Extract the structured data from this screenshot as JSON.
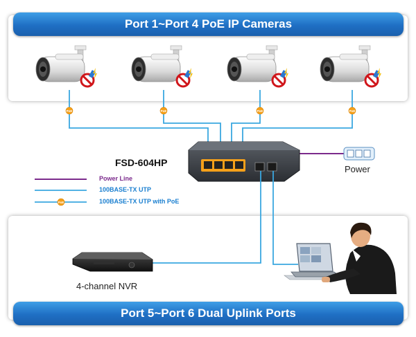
{
  "top_banner": "Port 1~Port 4 PoE IP Cameras",
  "bottom_banner": "Port 5~Port 6 Dual Uplink Ports",
  "switch_model": "FSD-604HP",
  "power_label": "Power",
  "nvr_label": "4-channel NVR",
  "poe_badge": "PoE",
  "legend": {
    "power_line": "Power Line",
    "utp": "100BASE-TX UTP",
    "utp_poe": "100BASE-TX UTP with PoE"
  },
  "colors": {
    "banner_blue": "#1f6fc4",
    "utp_line": "#3aa7e0",
    "power_line": "#7b2a8c",
    "poe_badge": "#f5a01a",
    "legend_text": "#1a7fd0"
  }
}
